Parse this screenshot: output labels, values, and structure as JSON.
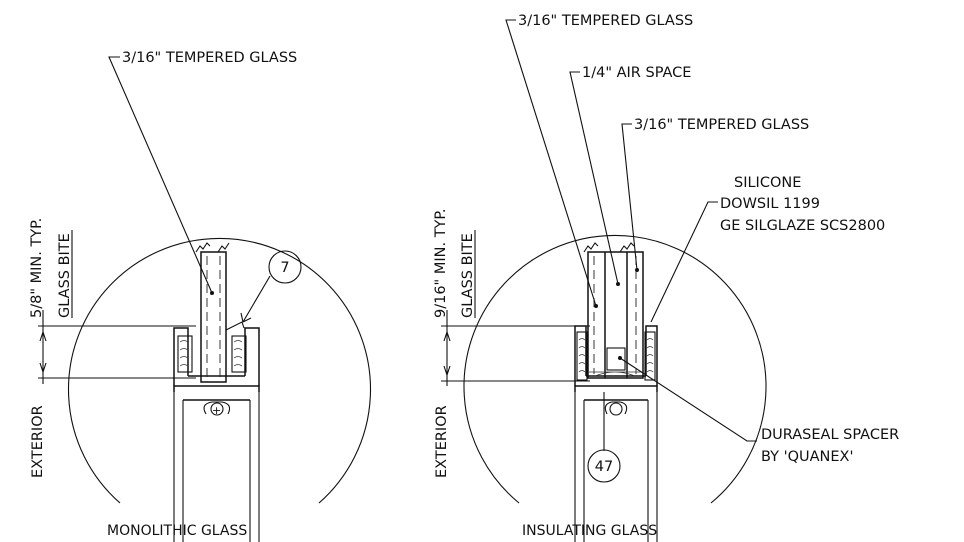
{
  "left_detail": {
    "glass_label": "3/16\" TEMPERED GLASS",
    "dimension": "5/8\" MIN. TYP.",
    "dimension_sub": "GLASS BITE",
    "side_label": "EXTERIOR",
    "callout": "7",
    "caption": "MONOLITHIC GLASS"
  },
  "right_detail": {
    "outer_glass_label": "3/16\" TEMPERED GLASS",
    "air_space_label": "1/4\" AIR SPACE",
    "inner_glass_label": "3/16\" TEMPERED GLASS",
    "sealant_label_1": "SILICONE",
    "sealant_label_2": "DOWSIL 1199",
    "sealant_label_3": "GE SILGLAZE SCS2800",
    "dimension": "9/16\" MIN. TYP.",
    "dimension_sub": "GLASS BITE",
    "side_label": "EXTERIOR",
    "spacer_label_1": "DURASEAL SPACER",
    "spacer_label_2": "BY 'QUANEX'",
    "callout": "47",
    "caption": "INSULATING GLASS"
  }
}
